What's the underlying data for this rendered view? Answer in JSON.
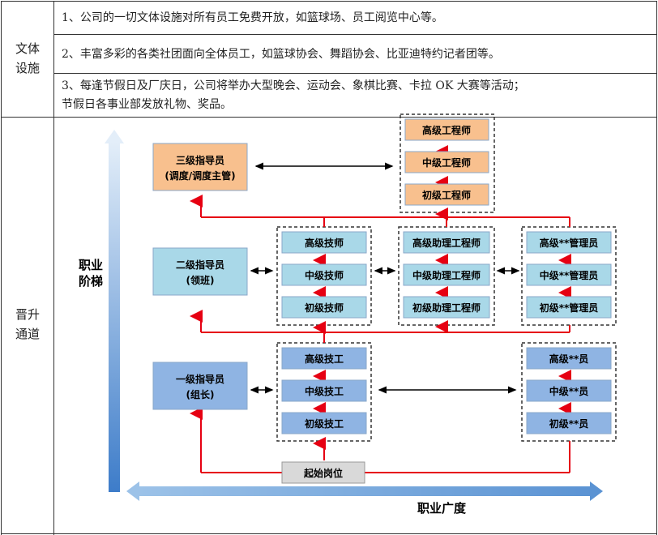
{
  "table": {
    "section1_label_line1": "文体",
    "section1_label_line2": "设施",
    "section2_label_line1": "晋升",
    "section2_label_line2": "通道",
    "items": [
      "1、公司的一切文体设施对所有员工免费开放，如篮球场、员工阅览中心等。",
      "2、丰富多彩的各类社团面向全体员工，如篮球协会、舞蹈协会、比亚迪特约记者团等。",
      "3、每逢节假日及厂庆日，公司将举办大型晚会、运动会、象棋比赛、卡拉   OK   大赛等活动；",
      "节假日各事业部发放礼物、奖品。"
    ]
  },
  "diagram": {
    "axis_vertical": "职业\n阶梯",
    "axis_vertical_l1": "职业",
    "axis_vertical_l2": "阶梯",
    "axis_horizontal": "职业广度",
    "level3": {
      "line1": "三级指导员",
      "line2": "(调度/调度主管)"
    },
    "level2": {
      "line1": "二级指导员",
      "line2": "(领班)"
    },
    "level1": {
      "line1": "一级指导员",
      "line2": "(组长)"
    },
    "engineers": [
      "高级工程师",
      "中级工程师",
      "初级工程师"
    ],
    "technicians": [
      "高级技师",
      "中级技师",
      "初级技师"
    ],
    "assistant_engineers": [
      "高级助理工程师",
      "中级助理工程师",
      "初级助理工程师"
    ],
    "managers": [
      "高级**管理员",
      "中级**管理员",
      "初级**管理员"
    ],
    "workers": [
      "高级技工",
      "中级技工",
      "初级技工"
    ],
    "staff": [
      "高级**员",
      "中级**员",
      "初级**员"
    ],
    "start": "起始岗位",
    "colors": {
      "orange": "#F8C08E",
      "light_blue": "#A9D8E8",
      "mid_blue": "#8FB4E3",
      "start_gray": "#D9D9D9",
      "red_arrow": "#E60012"
    }
  }
}
